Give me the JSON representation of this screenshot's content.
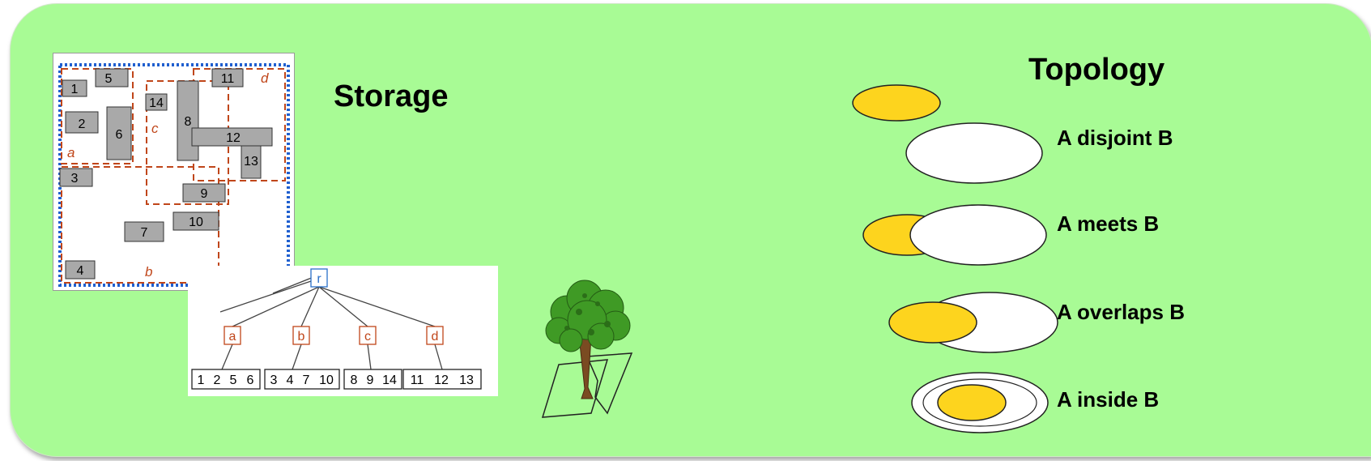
{
  "storage": {
    "title": "Storage",
    "objects": [
      "1",
      "2",
      "3",
      "4",
      "5",
      "6",
      "7",
      "8",
      "9",
      "10",
      "11",
      "12",
      "13",
      "14"
    ],
    "mbr_labels": [
      "a",
      "b",
      "c",
      "d"
    ],
    "root_label": "r",
    "child_nodes": [
      "a",
      "b",
      "c",
      "d"
    ],
    "leaves": [
      [
        "1",
        "2",
        "5",
        "6"
      ],
      [
        "3",
        "4",
        "7",
        "10"
      ],
      [
        "8",
        "9",
        "14"
      ],
      [
        "11",
        "12",
        "13"
      ]
    ]
  },
  "topology": {
    "title": "Topology",
    "relations": [
      {
        "label": "A disjoint B"
      },
      {
        "label": "A meets B"
      },
      {
        "label": "A overlaps B"
      },
      {
        "label": "A inside B"
      }
    ]
  },
  "colors": {
    "background": "#a8fb95",
    "mbr_dashed": "#c0461a",
    "outer_dotted": "#1f5fcf",
    "object_fill": "#a9a9a9",
    "root_node": "#2a6fc9",
    "ellipse_a": "#fdd41e",
    "ellipse_b": "#ffffff",
    "tree_icon_foliage": "#3f9a25",
    "tree_icon_trunk": "#7a4b22"
  },
  "icons": [
    "tree-icon"
  ]
}
